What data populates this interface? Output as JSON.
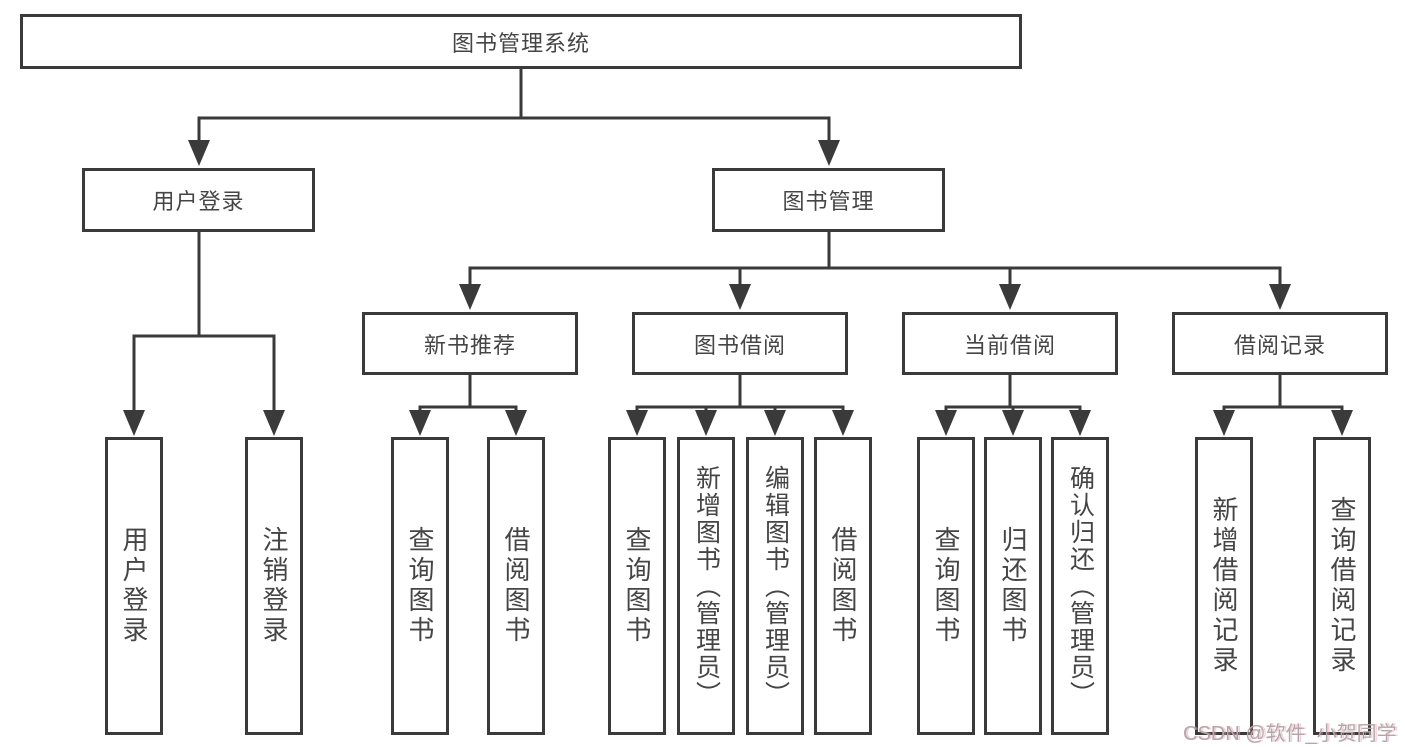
{
  "diagram": {
    "root": {
      "label": "图书管理系统"
    },
    "level2": [
      {
        "label": "用户登录"
      },
      {
        "label": "图书管理"
      }
    ],
    "level3": [
      {
        "label": "新书推荐",
        "parent": "图书管理"
      },
      {
        "label": "图书借阅",
        "parent": "图书管理"
      },
      {
        "label": "当前借阅",
        "parent": "图书管理"
      },
      {
        "label": "借阅记录",
        "parent": "图书管理"
      }
    ],
    "leaves": [
      {
        "label": "用户登录",
        "parent": "用户登录"
      },
      {
        "label": "注销登录",
        "parent": "用户登录"
      },
      {
        "label": "查询图书",
        "parent": "新书推荐"
      },
      {
        "label": "借阅图书",
        "parent": "新书推荐"
      },
      {
        "label": "查询图书",
        "parent": "图书借阅"
      },
      {
        "label": "新增图书（管理员）",
        "parent": "图书借阅"
      },
      {
        "label": "编辑图书（管理员）",
        "parent": "图书借阅"
      },
      {
        "label": "借阅图书",
        "parent": "图书借阅"
      },
      {
        "label": "查询图书",
        "parent": "当前借阅"
      },
      {
        "label": "归还图书",
        "parent": "当前借阅"
      },
      {
        "label": "确认归还（管理员）",
        "parent": "当前借阅"
      },
      {
        "label": "新增借阅记录",
        "parent": "借阅记录"
      },
      {
        "label": "查询借阅记录",
        "parent": "借阅记录"
      }
    ],
    "watermark": "CSDN @软件_小贺同学",
    "colors": {
      "line": "#3a3a3a",
      "text": "#454545",
      "watermark": "#b2a8aa",
      "background": "#ffffff"
    }
  }
}
